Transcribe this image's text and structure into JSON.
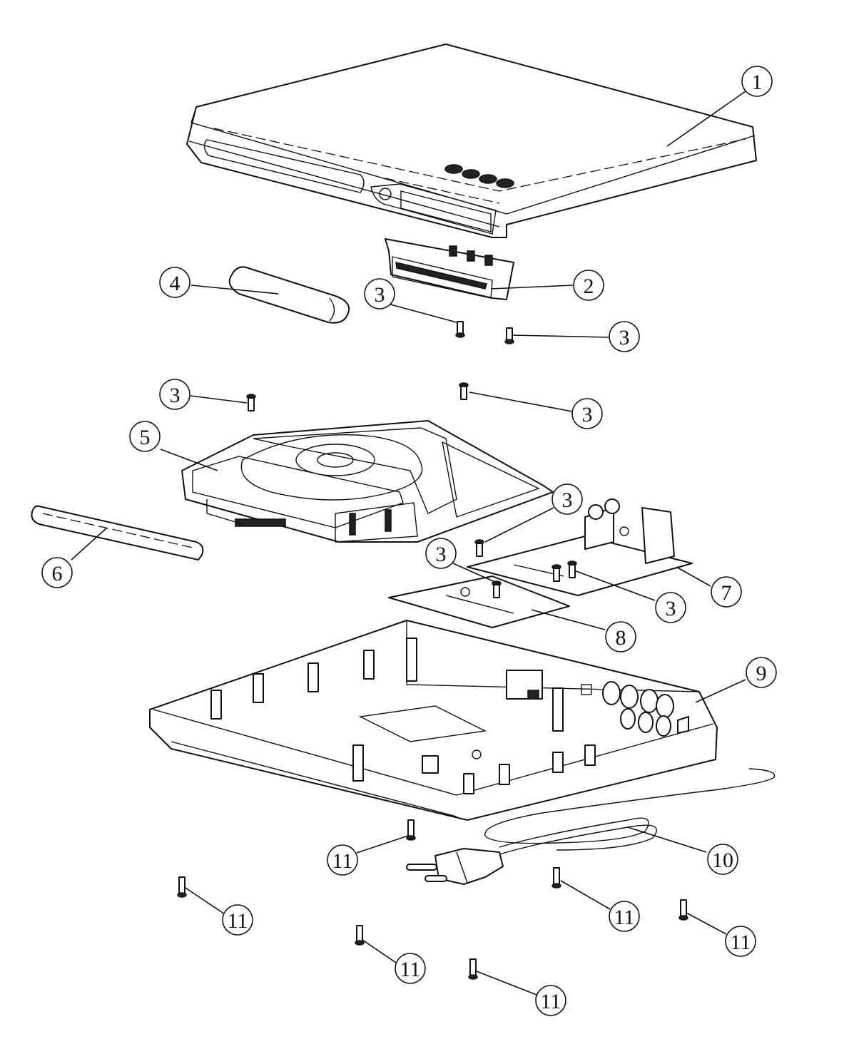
{
  "callouts": [
    {
      "id": "c1",
      "label": "1"
    },
    {
      "id": "c2",
      "label": "2"
    },
    {
      "id": "c3a",
      "label": "3"
    },
    {
      "id": "c3b",
      "label": "3"
    },
    {
      "id": "c3c",
      "label": "3"
    },
    {
      "id": "c3d",
      "label": "3"
    },
    {
      "id": "c3e",
      "label": "3"
    },
    {
      "id": "c3f",
      "label": "3"
    },
    {
      "id": "c3g",
      "label": "3"
    },
    {
      "id": "c4",
      "label": "4"
    },
    {
      "id": "c5",
      "label": "5"
    },
    {
      "id": "c6",
      "label": "6"
    },
    {
      "id": "c7",
      "label": "7"
    },
    {
      "id": "c8",
      "label": "8"
    },
    {
      "id": "c9",
      "label": "9"
    },
    {
      "id": "c10",
      "label": "10"
    },
    {
      "id": "c11a",
      "label": "11"
    },
    {
      "id": "c11b",
      "label": "11"
    },
    {
      "id": "c11c",
      "label": "11"
    },
    {
      "id": "c11d",
      "label": "11"
    },
    {
      "id": "c11e",
      "label": "11"
    },
    {
      "id": "c11f",
      "label": "11"
    }
  ]
}
